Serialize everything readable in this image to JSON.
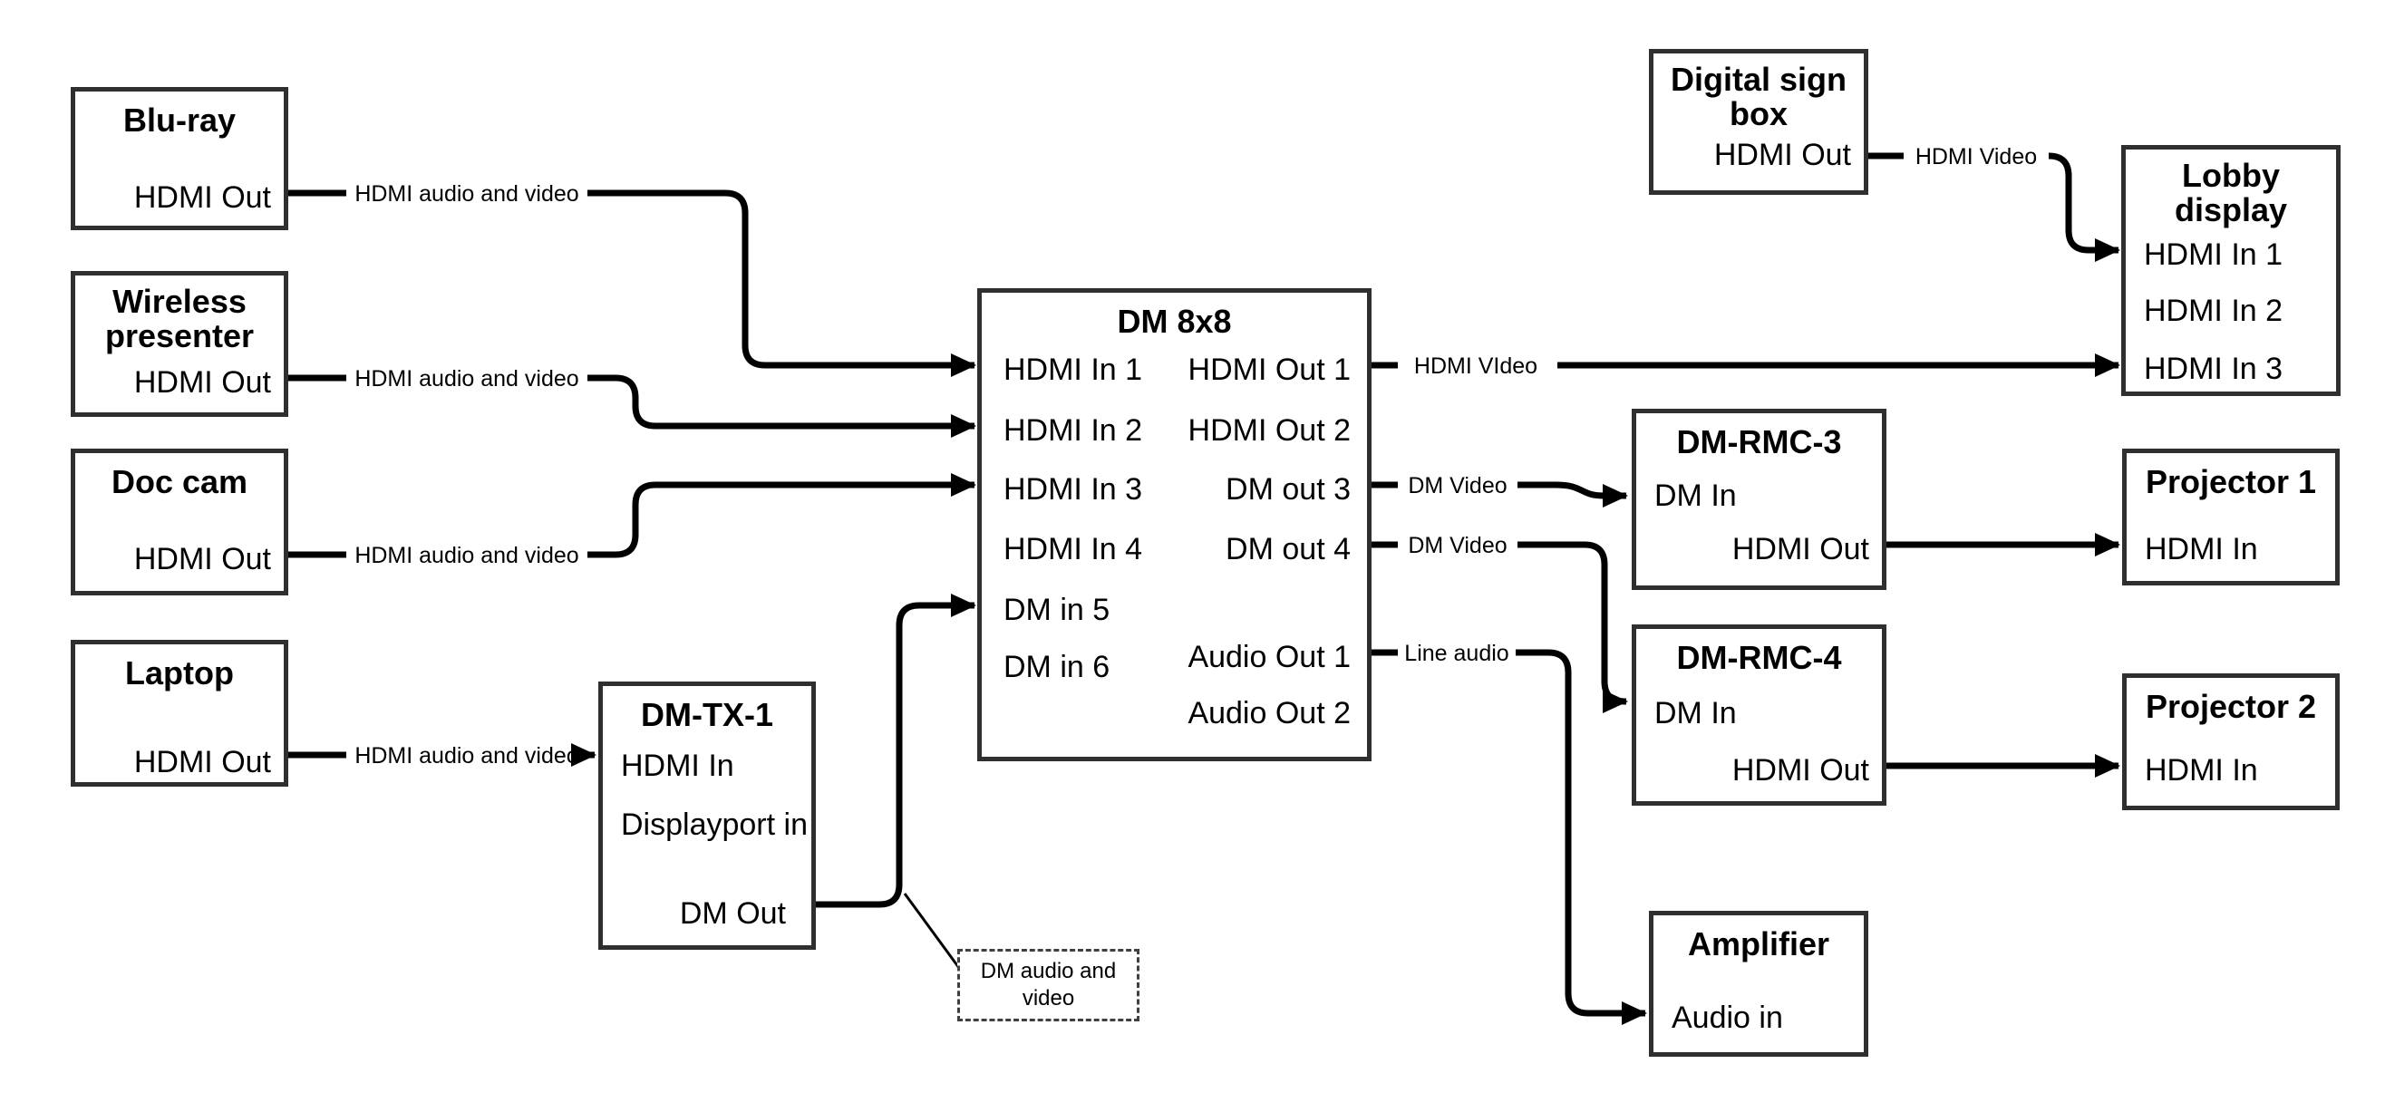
{
  "diagram": {
    "background": "#ffffff",
    "wire_color": "#000000",
    "box_border_color": "#2f2f2f",
    "text_color": "#000000"
  },
  "nodes": {
    "bluray": {
      "title": "Blu-ray",
      "ports": {
        "hdmi_out": "HDMI Out"
      }
    },
    "wireless_presenter": {
      "title": "Wireless\npresenter",
      "ports": {
        "hdmi_out": "HDMI Out"
      }
    },
    "doc_cam": {
      "title": "Doc cam",
      "ports": {
        "hdmi_out": "HDMI Out"
      }
    },
    "laptop": {
      "title": "Laptop",
      "ports": {
        "hdmi_out": "HDMI Out"
      }
    },
    "dm_tx_1": {
      "title": "DM-TX-1",
      "ports": {
        "hdmi_in": "HDMI In",
        "displayport_in": "Displayport in",
        "dm_out": "DM Out"
      }
    },
    "dm_8x8": {
      "title": "DM 8x8",
      "ports": {
        "hdmi_in_1": "HDMI In 1",
        "hdmi_in_2": "HDMI In 2",
        "hdmi_in_3": "HDMI In 3",
        "hdmi_in_4": "HDMI In 4",
        "dm_in_5": "DM in 5",
        "dm_in_6": "DM in 6",
        "hdmi_out_1": "HDMI Out 1",
        "hdmi_out_2": "HDMI Out 2",
        "dm_out_3": "DM out 3",
        "dm_out_4": "DM out 4",
        "audio_out_1": "Audio Out 1",
        "audio_out_2": "Audio Out 2"
      }
    },
    "digital_sign_box": {
      "title": "Digital sign\nbox",
      "ports": {
        "hdmi_out": "HDMI Out"
      }
    },
    "lobby_display": {
      "title": "Lobby\ndisplay",
      "ports": {
        "hdmi_in_1": "HDMI In 1",
        "hdmi_in_2": "HDMI In 2",
        "hdmi_in_3": "HDMI In 3"
      }
    },
    "dm_rmc_3": {
      "title": "DM-RMC-3",
      "ports": {
        "dm_in": "DM In",
        "hdmi_out": "HDMI Out"
      }
    },
    "projector_1": {
      "title": "Projector 1",
      "ports": {
        "hdmi_in": "HDMI In"
      }
    },
    "dm_rmc_4": {
      "title": "DM-RMC-4",
      "ports": {
        "dm_in": "DM In",
        "hdmi_out": "HDMI Out"
      }
    },
    "projector_2": {
      "title": "Projector 2",
      "ports": {
        "hdmi_in": "HDMI In"
      }
    },
    "amplifier": {
      "title": "Amplifier",
      "ports": {
        "audio_in": "Audio in"
      }
    }
  },
  "edge_labels": {
    "bluray_to_dm8x8": "HDMI audio and video",
    "wireless_to_dm8x8": "HDMI audio and video",
    "doccam_to_dm8x8": "HDMI audio and video",
    "laptop_to_dmtx1": "HDMI audio and video",
    "dm8x8_out1_to_lobby": "HDMI VIdeo",
    "dm8x8_out3_to_rmc3": "DM Video",
    "dm8x8_out4_to_rmc4": "DM Video",
    "dm8x8_audio1_to_amp": "Line audio",
    "digitalsign_to_lobby": "HDMI Video"
  },
  "note": {
    "text": "DM audio and\nvideo"
  }
}
